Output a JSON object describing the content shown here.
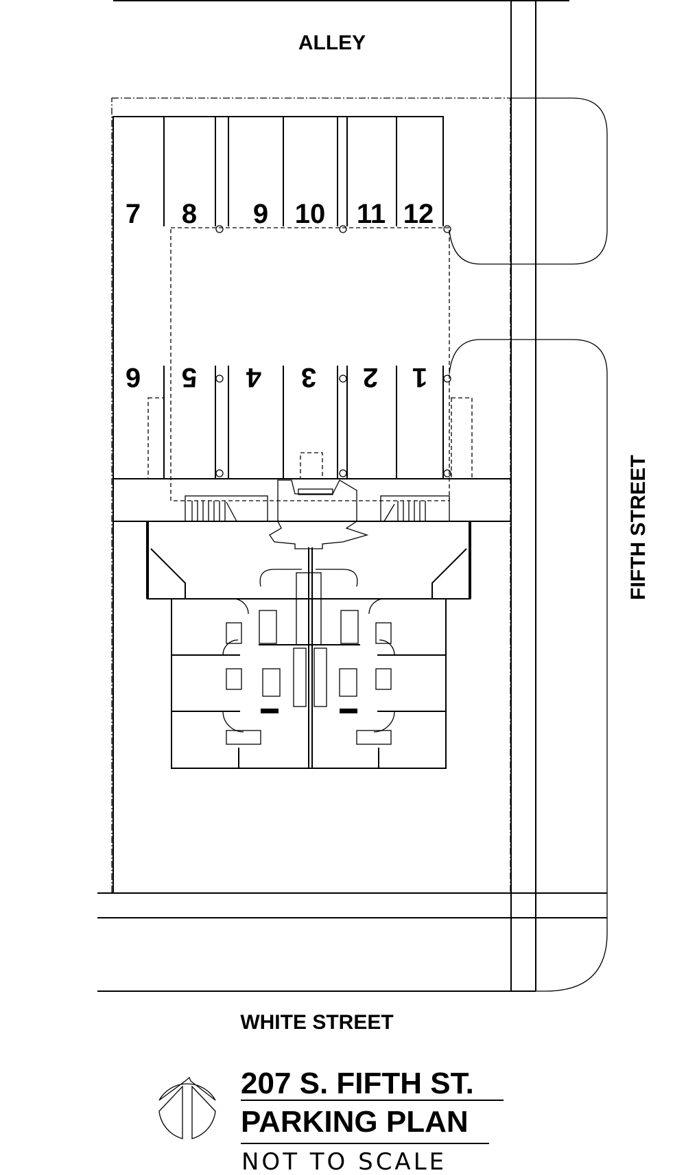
{
  "streets": {
    "alley": "ALLEY",
    "fifth_street": "FIFTH STREET",
    "white_street": "WHITE STREET"
  },
  "parking": {
    "top_row": [
      "7",
      "8",
      "9",
      "10",
      "11",
      "12"
    ],
    "bottom_row": [
      "6",
      "5",
      "4",
      "3",
      "2",
      "1"
    ]
  },
  "title_block": {
    "address": "207 S. FIFTH ST.",
    "plan_name": "PARKING PLAN",
    "scale_note": "NOT TO SCALE"
  }
}
